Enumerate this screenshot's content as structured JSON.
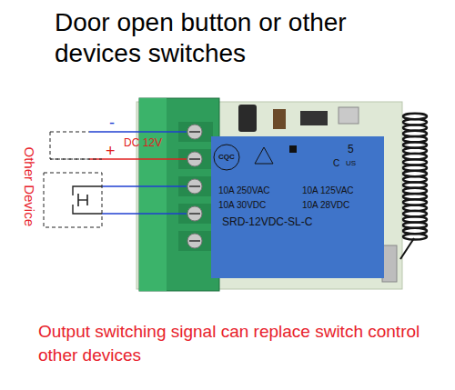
{
  "diagram": {
    "title": "Door open button or other devices switches",
    "caption": "Output switching signal can replace switch control other devices",
    "nodes": [
      {
        "text": [
          "Other Device"
        ]
      },
      {
        "text": [
          "CQC",
          "5",
          "C",
          "US",
          "10A 250VAC",
          "10A 125VAC",
          "10A 30VDC",
          "10A 28VDC",
          "SRD-12VDC-SL-C"
        ]
      }
    ],
    "labels": [
      "-",
      "+",
      "DC 12V"
    ]
  }
}
